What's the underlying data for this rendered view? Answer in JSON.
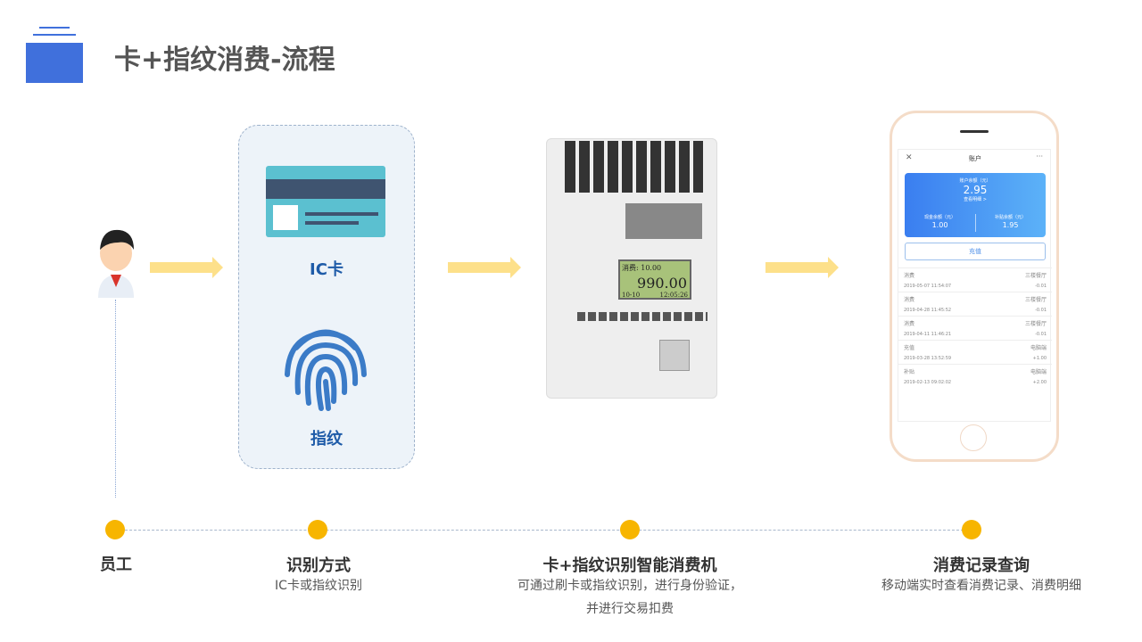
{
  "header": {
    "title": "卡+指纹消费-流程"
  },
  "panel": {
    "card_label": "IC卡",
    "fingerprint_label": "指纹"
  },
  "device": {
    "line1": "消费: 10.00",
    "amount": "990.00",
    "date": "10-10",
    "time": "12:05:26"
  },
  "phone": {
    "nav_title": "账户",
    "close": "✕",
    "more": "···",
    "balance_label": "账户余额（元）",
    "balance": "2.95",
    "detail_link": "查看明细 >",
    "cash_label": "现金余额（元）",
    "cash": "1.00",
    "subsidy_label": "补贴余额（元）",
    "subsidy": "1.95",
    "recharge": "充值",
    "records": [
      {
        "type": "消费",
        "place": "三楼餐厅",
        "time": "2019-05-07 11:54:07",
        "amount": "-0.01"
      },
      {
        "type": "消费",
        "place": "三楼餐厅",
        "time": "2019-04-28 11:45:52",
        "amount": "-0.01"
      },
      {
        "type": "消费",
        "place": "三楼餐厅",
        "time": "2019-04-11 11:46:21",
        "amount": "-0.01"
      },
      {
        "type": "充值",
        "place": "电脑端",
        "time": "2019-03-28 13:52:59",
        "amount": "+1.00"
      },
      {
        "type": "补贴",
        "place": "电脑端",
        "time": "2019-02-13 09:02:02",
        "amount": "+2.00"
      }
    ]
  },
  "steps": [
    {
      "title": "员工"
    },
    {
      "title": "识别方式",
      "desc": "IC卡或指纹识别"
    },
    {
      "title": "卡+指纹识别智能消费机",
      "desc1": "可通过刷卡或指纹识别，进行身份验证，",
      "desc2": "并进行交易扣费"
    },
    {
      "title": "消费记录查询",
      "desc": "移动端实时查看消费记录、消费明细"
    }
  ]
}
